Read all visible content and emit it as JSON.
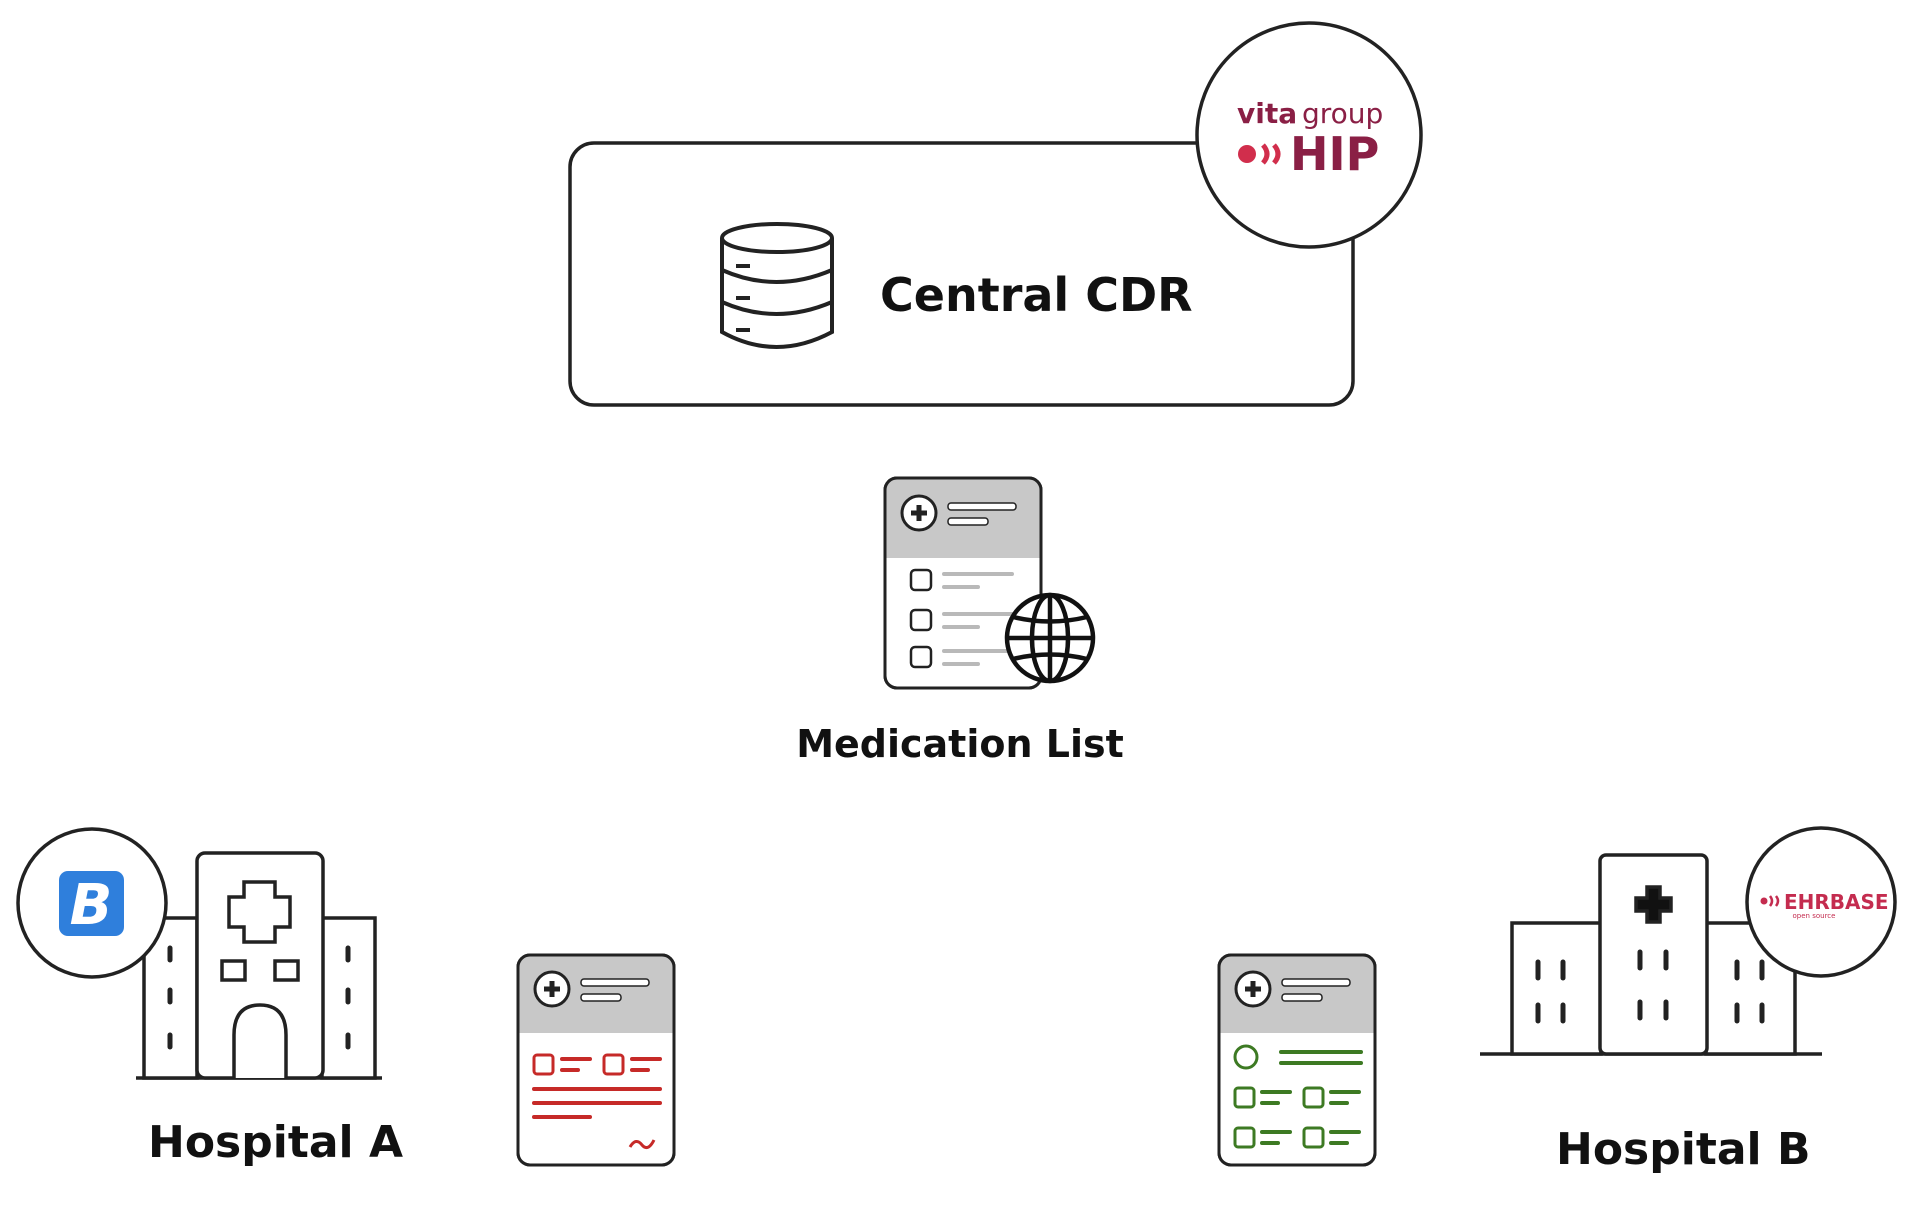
{
  "colors": {
    "ink": "#222222",
    "vita_brand": "#8a1f45",
    "vita_dot": "#d12e4c",
    "better_blue": "#2f7fdc",
    "ehrbase_red": "#c42c4f",
    "doc_header_grey": "#c8c8c8",
    "line_grey": "#b9b9b9",
    "hospital_a_doc": "#c62a28",
    "hospital_b_doc": "#3d7a23"
  },
  "central_cdr": {
    "label": "Central CDR",
    "icon": "database-icon",
    "logo": {
      "brand_primary": "vita",
      "brand_secondary": "group",
      "product": "HIP"
    }
  },
  "medication_list": {
    "label": "Medication List",
    "icons": [
      "medical-document-icon",
      "globe-icon"
    ]
  },
  "hospital_a": {
    "label": "Hospital A",
    "logo_letter": "B",
    "icons": [
      "hospital-building-icon",
      "better-logo-icon",
      "red-medical-record-icon"
    ]
  },
  "hospital_b": {
    "label": "Hospital B",
    "logo": {
      "name": "EHRBASE",
      "tagline": "open source"
    },
    "icons": [
      "hospital-building-icon",
      "ehrbase-logo-icon",
      "green-medical-record-icon"
    ]
  }
}
